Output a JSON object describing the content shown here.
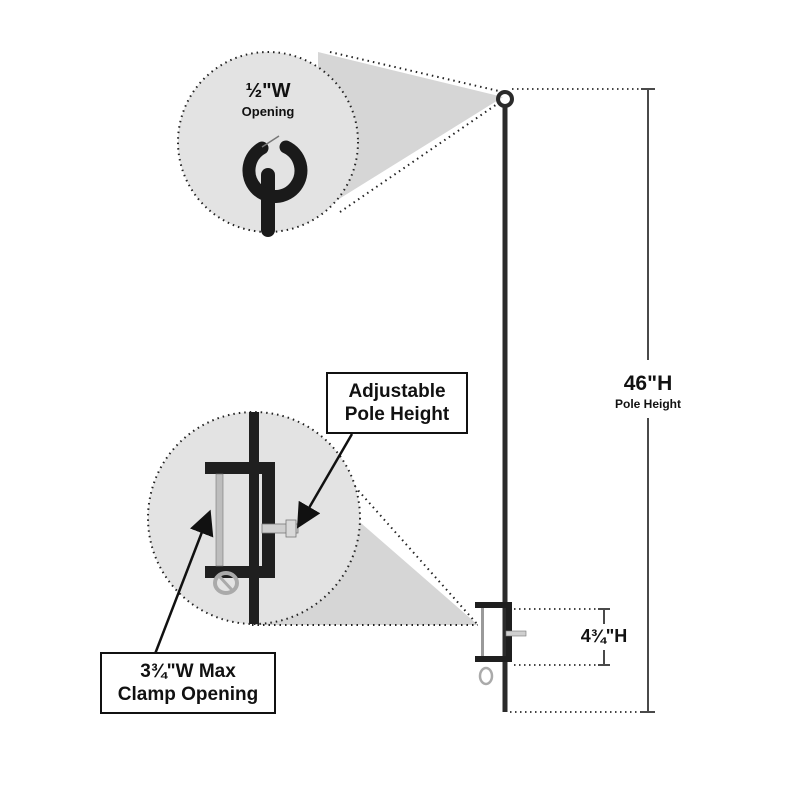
{
  "top_zoom": {
    "width_value": "½\"W",
    "width_label": "Opening"
  },
  "pole_height": {
    "value": "46\"H",
    "label": "Pole Height"
  },
  "clamp_height": {
    "value": "4¾\"H"
  },
  "callout_adjustable": {
    "line1": "Adjustable",
    "line2": "Pole Height"
  },
  "callout_clamp": {
    "line1": "3¾\"W Max",
    "line2": "Clamp Opening"
  },
  "colors": {
    "pole": "#2b2b2b",
    "zoom_fill": "#e3e3e3",
    "cone_fill": "#d6d6d6",
    "dim_line": "#4a4a4a"
  }
}
